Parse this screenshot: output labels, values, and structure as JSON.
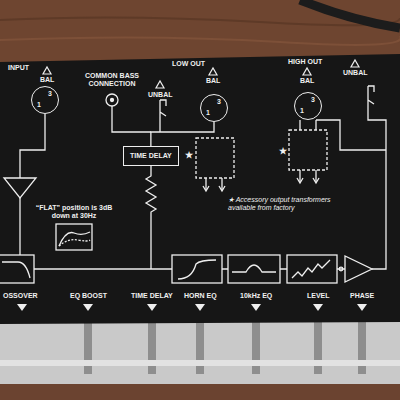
{
  "diagram": {
    "nodes": [
      {
        "text": [
          "3",
          "1"
        ]
      },
      {
        "text": [
          "3",
          "1"
        ]
      },
      {
        "text": [
          "3",
          "1"
        ]
      },
      {
        "text": [
          "TIME DELAY"
        ]
      }
    ],
    "edges": [
      {
        "from": 3,
        "to": 1,
        "arrow": "none"
      }
    ],
    "labels": [
      "INPUT",
      "BAL",
      "COMMON BASS CONNECTION",
      "LOW OUT",
      "UNBAL",
      "BAL",
      "HIGH OUT",
      "BAL",
      "UNBAL",
      "★",
      "★",
      "★ Accessory output transformers available from factory",
      "“FLAT” position is 3dB down at 30Hz",
      "OSSOVER",
      "EQ BOOST",
      "TIME DELAY",
      "HORN EQ",
      "10kHz EQ",
      "LEVEL",
      "PHASE"
    ]
  }
}
